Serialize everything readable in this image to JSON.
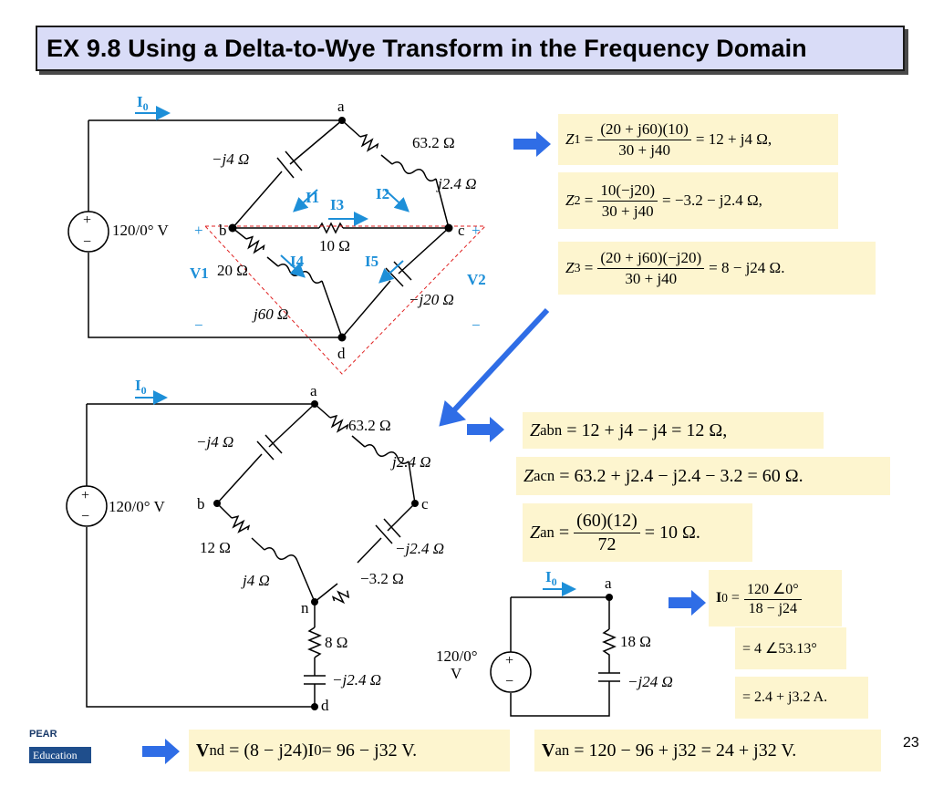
{
  "title": "EX 9.8 Using a Delta-to-Wye Transform in the Frequency Domain",
  "page_number": "23",
  "logo": {
    "top": "PEAR",
    "bottom": "Education"
  },
  "circuit1": {
    "current": "I",
    "current_sub": "0",
    "node_a": "a",
    "node_b": "b",
    "node_c": "c",
    "node_d": "d",
    "source": "120/0° V",
    "r63": "63.2 Ω",
    "l24": "j2.4 Ω",
    "cap4": "−j4 Ω",
    "r10": "10 Ω",
    "r20": "20 Ω",
    "l60": "j60 Ω",
    "cap20": "−j20 Ω",
    "i1": "I1",
    "i2": "I2",
    "i3": "I3",
    "i4": "I4",
    "i5": "I5",
    "v1": "V1",
    "v2": "V2",
    "plus": "+",
    "minus": "−"
  },
  "circuit2": {
    "current": "I",
    "current_sub": "0",
    "node_a": "a",
    "node_b": "b",
    "node_c": "c",
    "node_n": "n",
    "node_d": "d",
    "source": "120/0° V",
    "r63": "63.2 Ω",
    "l24": "j2.4 Ω",
    "cap4": "−j4 Ω",
    "r12": "12 Ω",
    "l4": "j4 Ω",
    "cap24": "−j2.4 Ω",
    "rm32": "−3.2 Ω",
    "r8": "8 Ω",
    "capb": "−j2.4 Ω"
  },
  "circuit3": {
    "current": "I",
    "current_sub": "0",
    "node_a": "a",
    "source_top": "120/0°",
    "source_bot": "V",
    "r18": "18 Ω",
    "cap24": "−j24 Ω"
  },
  "equations": {
    "z1_lhs": "Z",
    "z1_sub": "1",
    "z1_num": "(20 + j60)(10)",
    "z1_den": "30 + j40",
    "z1_rhs": "= 12 + j4 Ω,",
    "z2_lhs": "Z",
    "z2_sub": "2",
    "z2_num": "10(−j20)",
    "z2_den": "30 + j40",
    "z2_rhs": "= −3.2 − j2.4 Ω,",
    "z3_lhs": "Z",
    "z3_sub": "3",
    "z3_num": "(20 + j60)(−j20)",
    "z3_den": "30 + j40",
    "z3_rhs": "= 8 − j24 Ω.",
    "zabn": "= 12 + j4 − j4 = 12 Ω,",
    "zabn_sub": "abn",
    "zacn": "= 63.2 + j2.4 − j2.4 − 3.2 = 60 Ω.",
    "zacn_sub": "acn",
    "zan_sub": "an",
    "zan_num": "(60)(12)",
    "zan_den": "72",
    "zan_rhs": "= 10 Ω.",
    "i0_num": "120 ∠0°",
    "i0_den": "18 − j24",
    "i0_line2": "= 4 ∠53.13°",
    "i0_line3": "= 2.4 + j3.2 A.",
    "vnd_sub": "nd",
    "vnd": "= (8 − j24)I",
    "vnd_tail": "0 = 96 − j32 V.",
    "van_sub": "an",
    "van": "= 120 − 96 + j32 = 24 + j32 V."
  },
  "colors": {
    "title_bg": "#d9dcf7",
    "eq_bg": "#fdf5cf",
    "accent": "#2f6de6",
    "label_blue": "#1d8fd8",
    "delta_dash": "#e02020"
  }
}
